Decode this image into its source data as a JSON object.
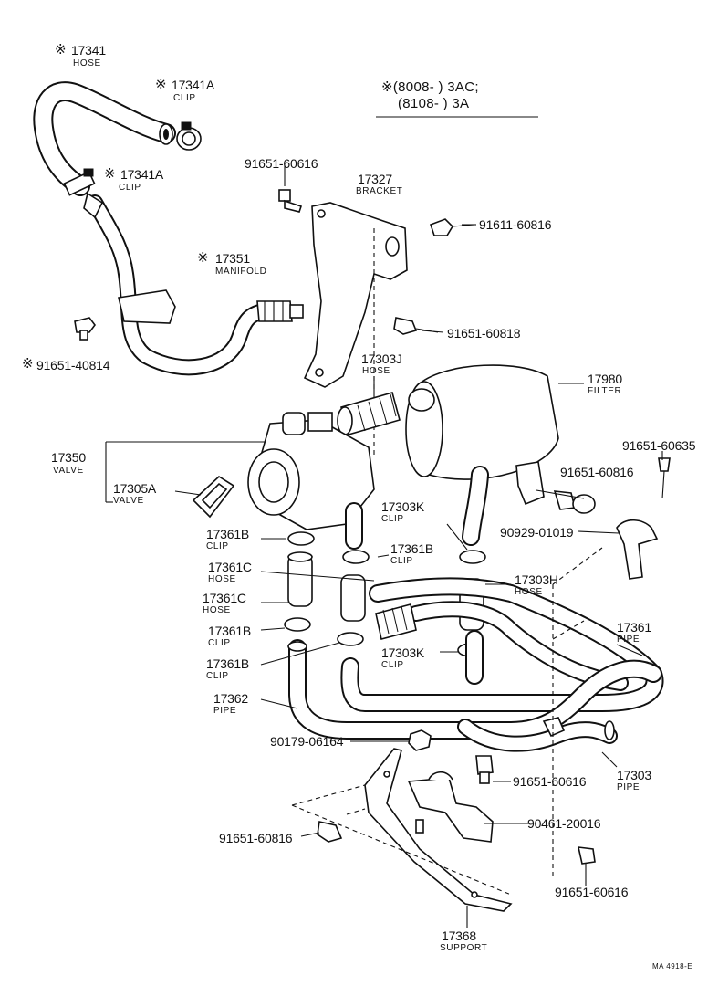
{
  "applicability_note": {
    "line1": "※(8008-        ) 3AC;",
    "line2": "(8108-        ) 3A"
  },
  "footer_code": "MA 4918-E",
  "labels": {
    "p17341": {
      "mark": "※",
      "number": "17341",
      "name": "HOSE"
    },
    "p17341A_top": {
      "mark": "※",
      "number": "17341A",
      "name": "CLIP"
    },
    "p17341A_mid": {
      "mark": "※",
      "number": "17341A",
      "name": "CLIP"
    },
    "p17351": {
      "mark": "※",
      "number": "17351",
      "name": "MANIFOLD"
    },
    "p91651_40814": {
      "mark": "※",
      "number": "91651-40814"
    },
    "p91651_60616_top": {
      "number": "91651-60616"
    },
    "p17327": {
      "number": "17327",
      "name": "BRACKET"
    },
    "p91611_60816": {
      "number": "91611-60816"
    },
    "p91651_60818": {
      "number": "91651-60818"
    },
    "p17303J": {
      "number": "17303J",
      "name": "HOSE"
    },
    "p17980": {
      "number": "17980",
      "name": "FILTER"
    },
    "p17350": {
      "number": "17350",
      "name": "VALVE"
    },
    "p17305A": {
      "number": "17305A",
      "name": "VALVE"
    },
    "p91651_60635": {
      "number": "91651-60635"
    },
    "p91651_60816_right": {
      "number": "91651-60816"
    },
    "p17303K_top": {
      "number": "17303K",
      "name": "CLIP"
    },
    "p90929_01019": {
      "number": "90929-01019"
    },
    "p17361B_1": {
      "number": "17361B",
      "name": "CLIP"
    },
    "p17361B_2": {
      "number": "17361B",
      "name": "CLIP"
    },
    "p17361C_1": {
      "number": "17361C",
      "name": "HOSE"
    },
    "p17303H": {
      "number": "17303H",
      "name": "HOSE"
    },
    "p17361C_2": {
      "number": "17361C",
      "name": "HOSE"
    },
    "p17361B_3": {
      "number": "17361B",
      "name": "CLIP"
    },
    "p17361": {
      "number": "17361",
      "name": "PIPE"
    },
    "p17303K_bot": {
      "number": "17303K",
      "name": "CLIP"
    },
    "p17361B_4": {
      "number": "17361B",
      "name": "CLIP"
    },
    "p17362": {
      "number": "17362",
      "name": "PIPE"
    },
    "p90179_06164": {
      "number": "90179-06164"
    },
    "p91651_60616_mid": {
      "number": "91651-60616"
    },
    "p17303": {
      "number": "17303",
      "name": "PIPE"
    },
    "p90461_20016": {
      "number": "90461-20016"
    },
    "p91651_60816_left": {
      "number": "91651-60816"
    },
    "p91651_60616_bot": {
      "number": "91651-60616"
    },
    "p17368": {
      "number": "17368",
      "name": "SUPPORT"
    }
  }
}
